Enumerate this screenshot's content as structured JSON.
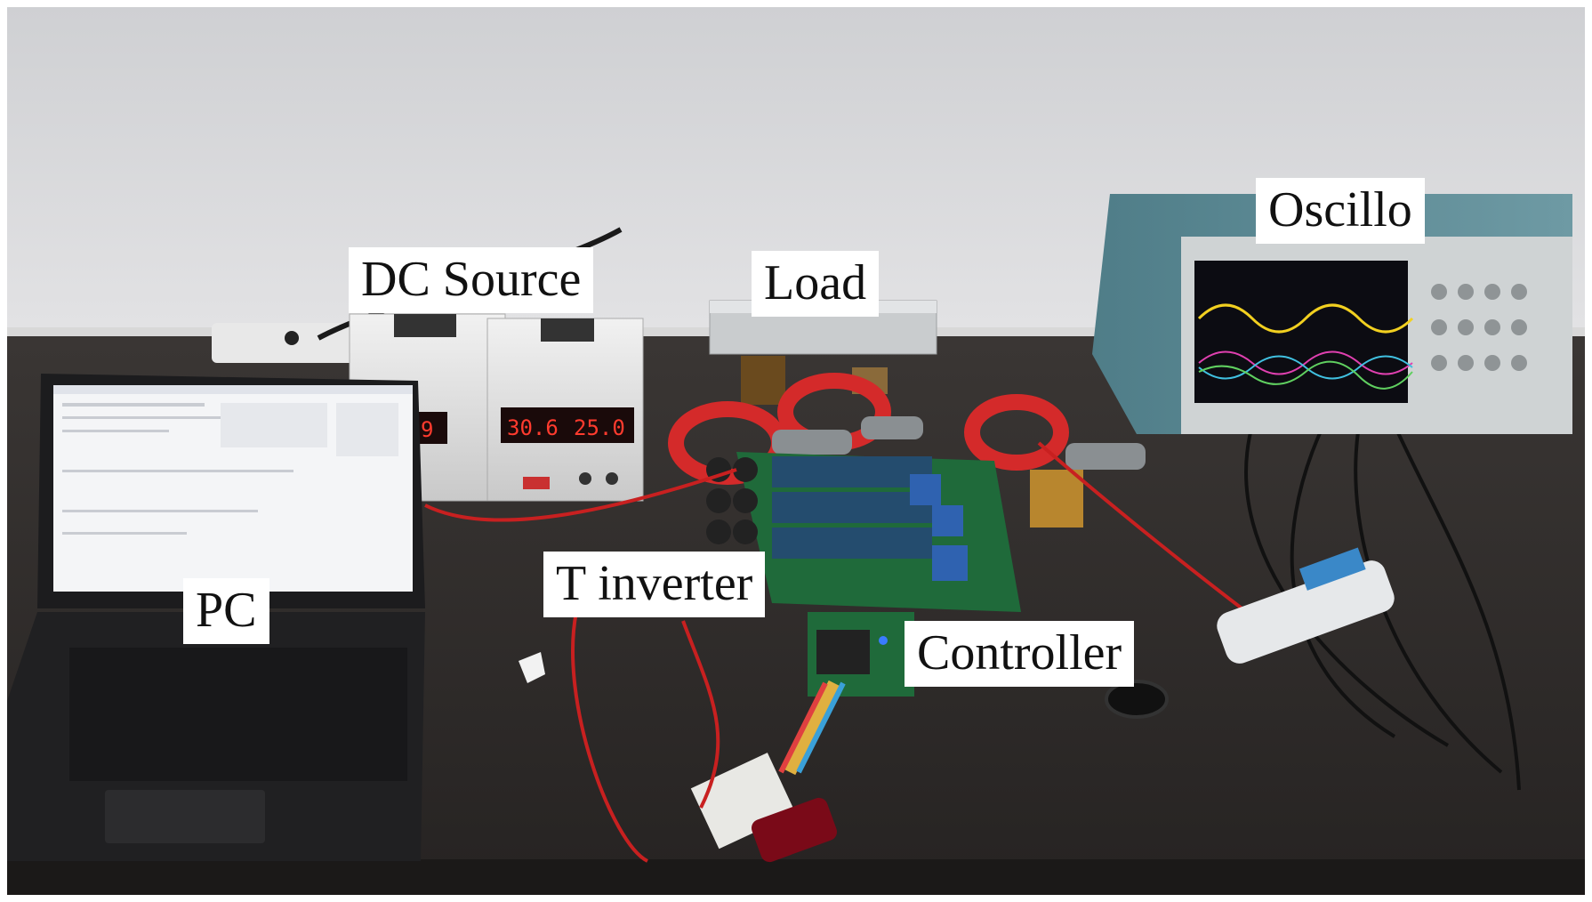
{
  "labels": {
    "oscillo": "Oscillo",
    "dc_source": "DC Source",
    "load": "Load",
    "t_inverter": "T inverter",
    "pc": "PC",
    "controller": "Controller"
  },
  "dc_display": {
    "left_partial": "9",
    "voltage": "30.6",
    "current": "25.0"
  },
  "colors": {
    "wall": "#d9d9db",
    "table": "#2a2827",
    "oscilloscope_body": "#5f8a95",
    "current_probe": "#d8282a",
    "pcb": "#1f6a3a",
    "display_digits": "#ff3b2e"
  },
  "icons": [
    "laptop",
    "dc-power-supply",
    "resistive-load",
    "current-clamp",
    "oscilloscope",
    "inverter-board",
    "controller-board",
    "ribbon-cable",
    "usb-debugger"
  ]
}
